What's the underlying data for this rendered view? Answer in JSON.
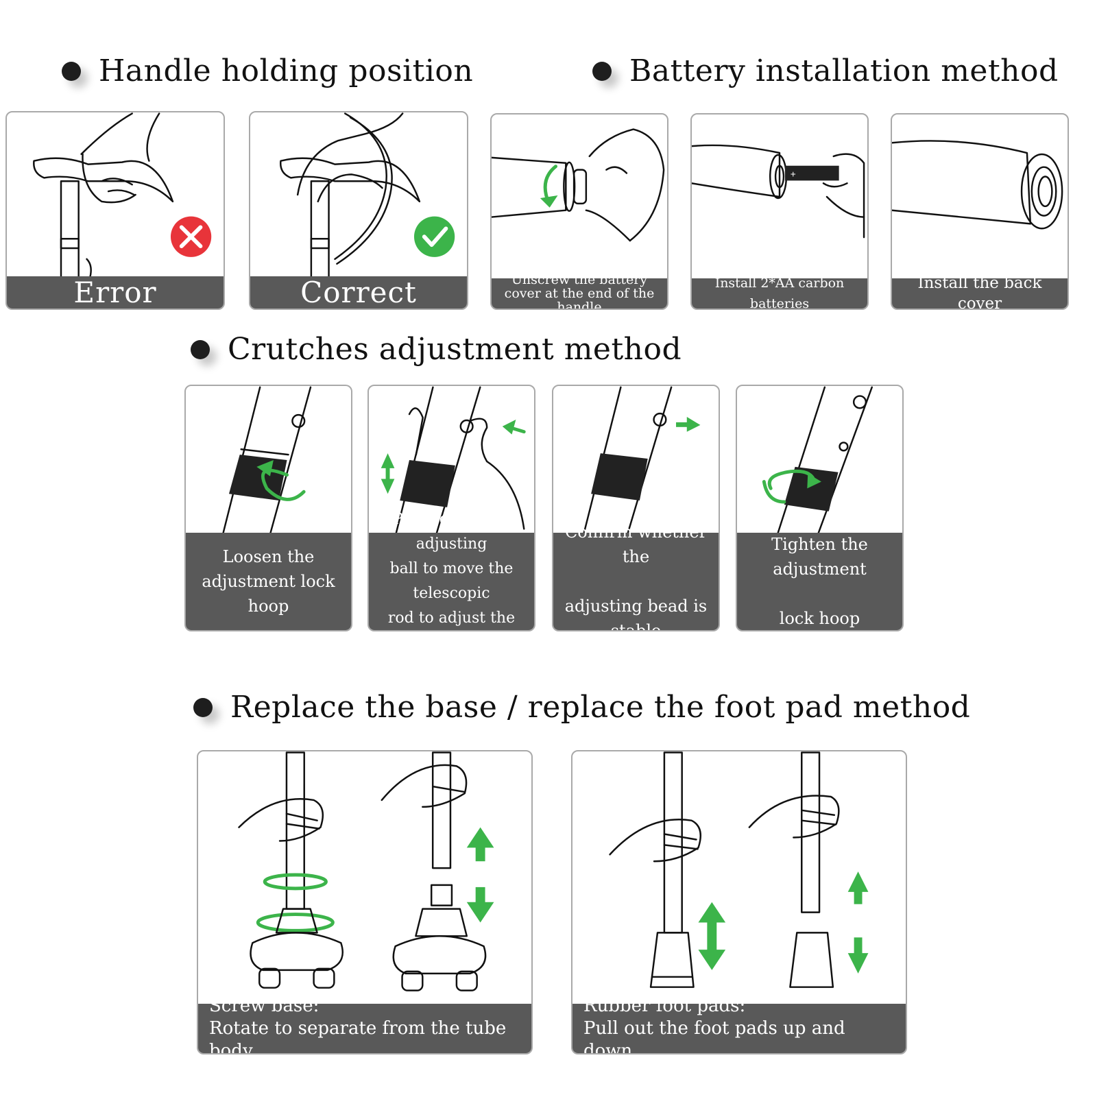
{
  "sections": {
    "handle": {
      "title": "Handle holding position",
      "error_label": "Error",
      "correct_label": "Correct"
    },
    "battery": {
      "title": "Battery installation method",
      "steps": [
        "Unscrew the battery\ncover at the end of the handle",
        "Install 2*AA carbon batteries",
        "Install the back cover"
      ]
    },
    "adjust": {
      "title": "Crutches adjustment method",
      "steps": [
        "Loosen the\nadjustment lock hoop",
        "Press down the adjusting\nball to move the telescopic\nrod to adjust the height",
        "Confirm whether the\n\nadjusting bead is stable",
        "Tighten the adjustment\n\nlock hoop"
      ]
    },
    "replace": {
      "title": "Replace the base / replace the foot pad method",
      "base_caption_title": "Screw base:",
      "base_caption_text": "Rotate to separate from the tube body",
      "pad_caption_title": "Rubber foot pads:",
      "pad_caption_text": "Pull out the foot pads up and down"
    }
  },
  "colors": {
    "accent_green": "#3cb44a",
    "error_red": "#e8343a",
    "caption_gray": "#595959"
  },
  "icons": [
    "error-x-icon",
    "check-icon",
    "arrow-icon"
  ]
}
